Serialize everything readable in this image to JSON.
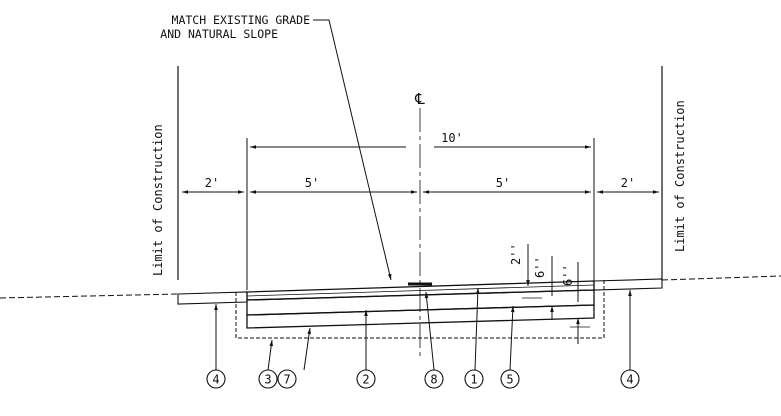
{
  "note": {
    "line1": "MATCH EXISTING GRADE",
    "line2": "AND NATURAL SLOPE"
  },
  "centerline_symbol": "℄",
  "limit_label": "Limit of Construction",
  "dimensions": {
    "overall": "10'",
    "left_shoulder": "2'",
    "left_half": "5'",
    "right_half": "5'",
    "right_shoulder": "2'"
  },
  "layer_thicknesses": {
    "top": "2''",
    "middle": "6''",
    "bottom": "6''"
  },
  "callouts": [
    "4",
    "3",
    "7",
    "2",
    "8",
    "1",
    "5",
    "4"
  ]
}
